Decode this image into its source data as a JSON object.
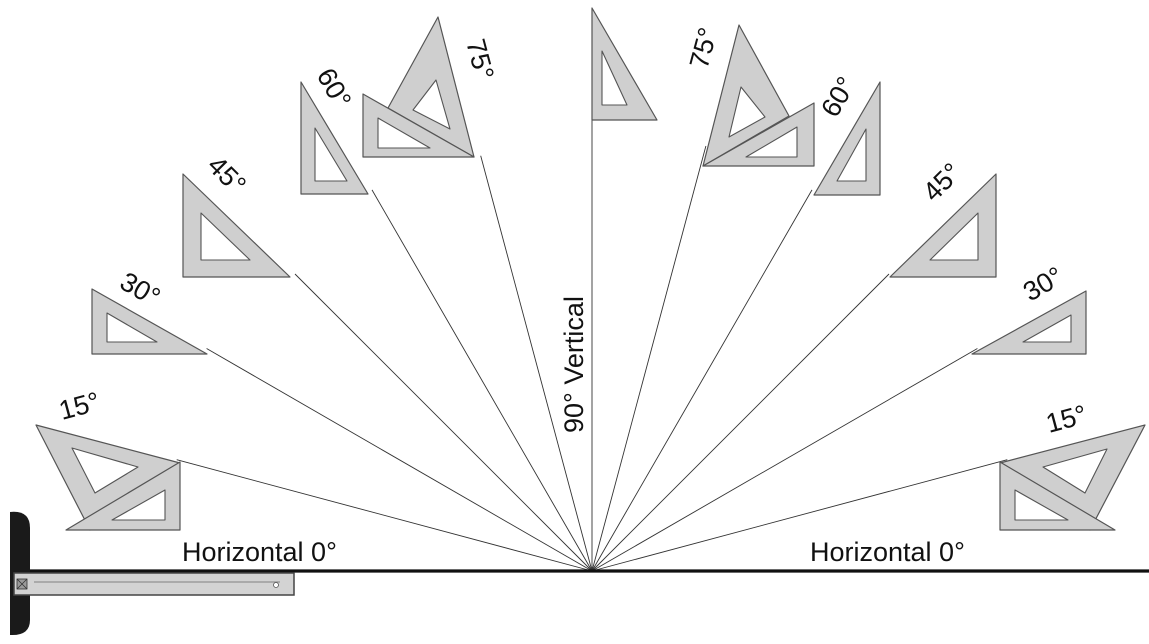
{
  "labels": {
    "horizontal_left": "Horizontal 0°",
    "horizontal_right": "Horizontal 0°",
    "vertical": "90° Vertical",
    "left_angles": [
      "15°",
      "30°",
      "45°",
      "60°",
      "75°"
    ],
    "right_angles": [
      "75°",
      "60°",
      "45°",
      "30°",
      "15°"
    ]
  },
  "angles_degrees": [
    15,
    30,
    45,
    60,
    75,
    90,
    105,
    120,
    135,
    150,
    165
  ],
  "colors": {
    "triangle_fill": "#cfcfcf",
    "triangle_stroke": "#555555",
    "line": "#111111",
    "background": "#ffffff"
  },
  "tools": {
    "t_square": "t-square",
    "triangles": [
      "30-60 triangle",
      "45 triangle"
    ]
  }
}
